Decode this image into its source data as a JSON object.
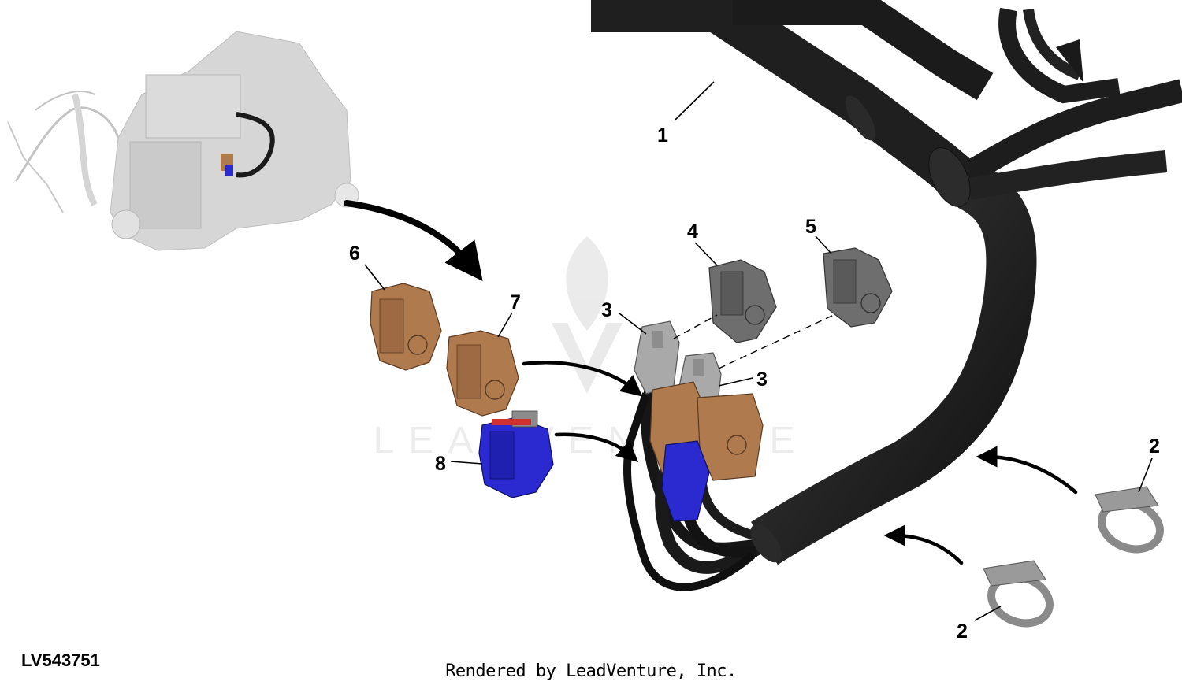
{
  "image_id": "LV543751",
  "credit": "Rendered by LeadVenture, Inc.",
  "watermark": "LEADVENTURE",
  "callouts": {
    "c1": "1",
    "c2a": "2",
    "c2b": "2",
    "c3a": "3",
    "c3b": "3",
    "c4": "4",
    "c5": "5",
    "c6": "6",
    "c7": "7",
    "c8": "8"
  },
  "colors": {
    "harness": "#1e1e1e",
    "tan_connector": "#b07a4f",
    "blue_connector": "#2a2ad0",
    "gray_connector": "#6e6e6e",
    "light_gray": "#a8a8a8",
    "clamp": "#8a8a8a"
  }
}
